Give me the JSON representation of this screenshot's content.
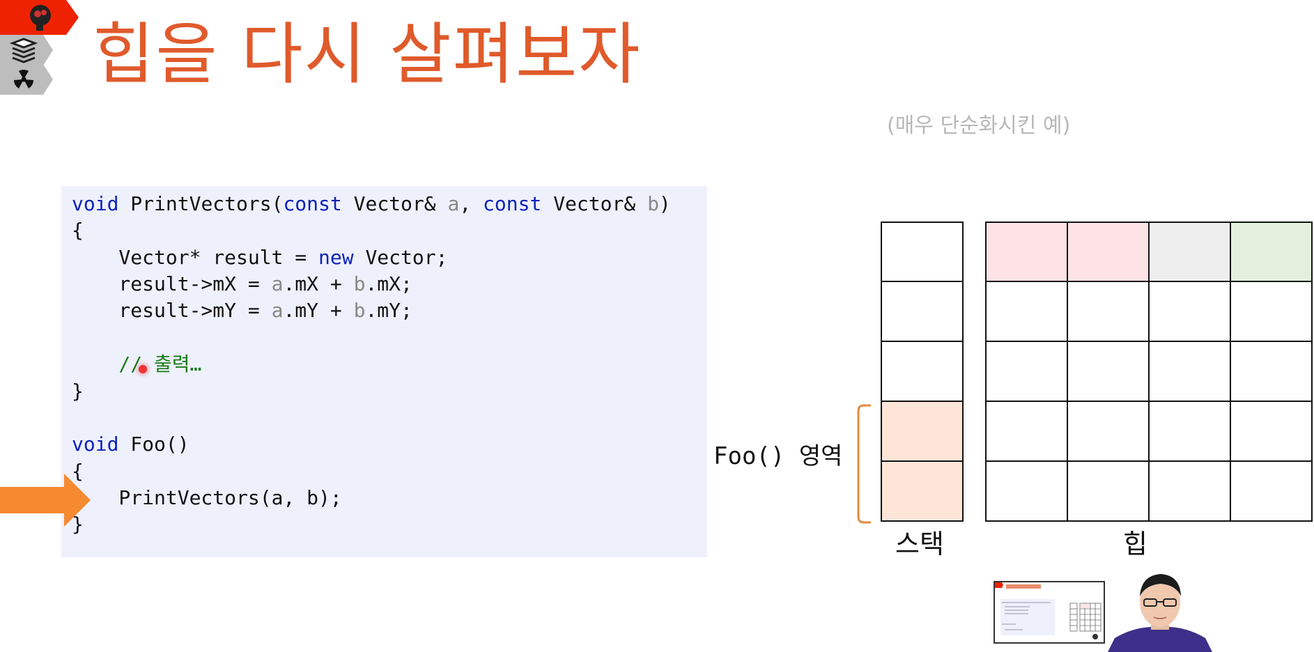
{
  "slide": {
    "title": "힙을 다시 살펴보자",
    "note": "(매우 단순화시킨 예)"
  },
  "side_nav": {
    "icons": [
      "brain-icon",
      "books-icon",
      "radiation-icon"
    ],
    "active_color": "#ee2200"
  },
  "code": {
    "line1": {
      "kw1": "void",
      "t1": " PrintVectors(",
      "kw2": "const",
      "t2": " Vector& ",
      "p1": "a",
      "t3": ", ",
      "kw3": "const",
      "t4": " Vector& ",
      "p2": "b",
      "t5": ")"
    },
    "line2": "{",
    "line3": {
      "t1": "    Vector* result = ",
      "kw": "new",
      "t2": " Vector;"
    },
    "line4": {
      "t1": "    result->mX = ",
      "p1": "a",
      "t2": ".mX + ",
      "p2": "b",
      "t3": ".mX;"
    },
    "line5": {
      "t1": "    result->mY = ",
      "p1": "a",
      "t2": ".mY + ",
      "p2": "b",
      "t3": ".mY;"
    },
    "line7": "    // 출력…",
    "line8": "}",
    "line10": {
      "kw": "void",
      "t": " Foo()"
    },
    "line11": "{",
    "line12": "    PrintVectors(a, b);",
    "line13": "}"
  },
  "diagram": {
    "foo_label": "Foo() 영역",
    "stack_label": "스택",
    "heap_label": "힙",
    "stack_cells": [
      "empty",
      "empty",
      "empty",
      "foo",
      "foo"
    ],
    "heap_top_row": [
      "pink",
      "pink",
      "gray",
      "green"
    ],
    "colors": {
      "foo": "#fde5d8",
      "pink": "#fde3e6",
      "gray": "#eeeeee",
      "green": "#e3f1dc",
      "bracket": "#e08a40",
      "arrow": "#f58a30"
    }
  }
}
